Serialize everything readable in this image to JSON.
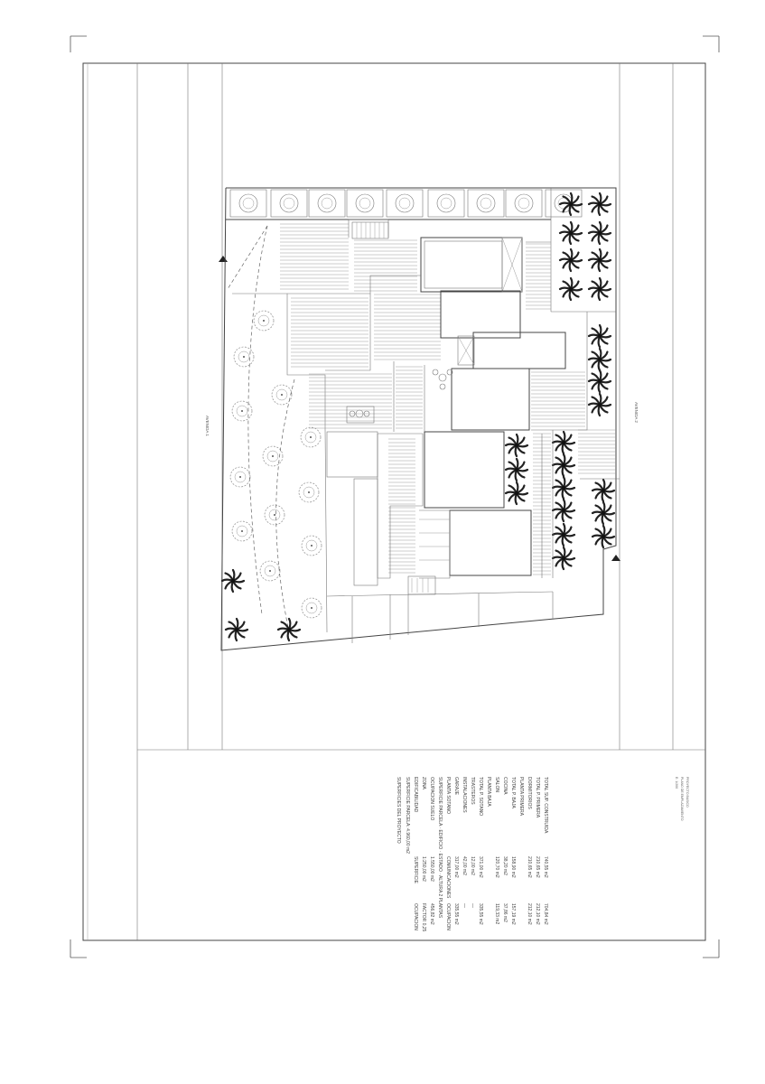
{
  "drawing": {
    "type": "architectural site plan",
    "orientation": "rotated 90 degrees"
  },
  "streets": {
    "west_label": "AVENIDA 1",
    "east_label": "AVENIDA 2"
  },
  "schedule": {
    "title": "SUPERFICIES DEL PROYECTO",
    "rows": [
      [
        "SUPERFICIE PARCELA: 4.960,00 m2",
        "",
        ""
      ],
      [
        "EDIFICABILIDAD",
        "SUPERFICIE",
        "OCUPACION"
      ],
      [
        "ZONA",
        "1:250,00 m2",
        "FACTOR 0,25"
      ],
      [
        "OCUPACION SUELO",
        "1.550,00 m2",
        "456,82 m2"
      ],
      [
        "SUPERFICIE PARCELA · EDIFICIO · ESTADO · ALTURA 2 PLANTAS",
        "",
        ""
      ],
      [
        "PLANTA SOTANO",
        "COMUNICACIONES",
        "OCUPACION"
      ],
      [
        "GARAJE",
        "317,00 m2",
        "335,55 m2"
      ],
      [
        "INSTALACIONES",
        "42,00 m2",
        "—"
      ],
      [
        "TRASTEROS",
        "12,00 m2",
        "—"
      ],
      [
        "TOTAL P. SOTANO",
        "371,00 m2",
        "335,55 m2"
      ],
      [
        "PLANTA BAJA",
        "",
        ""
      ],
      [
        "SALON",
        "120,70 m2",
        "119,33 m2"
      ],
      [
        "COCINA",
        "38,20 m2",
        "37,86 m2"
      ],
      [
        "TOTAL P. BAJA",
        "158,90 m2",
        "157,19 m2"
      ],
      [
        "PLANTA PRIMERA",
        "",
        ""
      ],
      [
        "DORMITORIOS",
        "210,65 m2",
        "212,10 m2"
      ],
      [
        "TOTAL P. PRIMERA",
        "210,65 m2",
        "212,10 m2"
      ],
      [
        "TOTAL SUP. CONSTRUIDA",
        "740,55 m2",
        "704,84 m2"
      ]
    ]
  },
  "stamp": {
    "lines": [
      "PROYECTO BASICO",
      "PLANO DE EMPLAZAMIENTO",
      "E: 1/200"
    ]
  }
}
